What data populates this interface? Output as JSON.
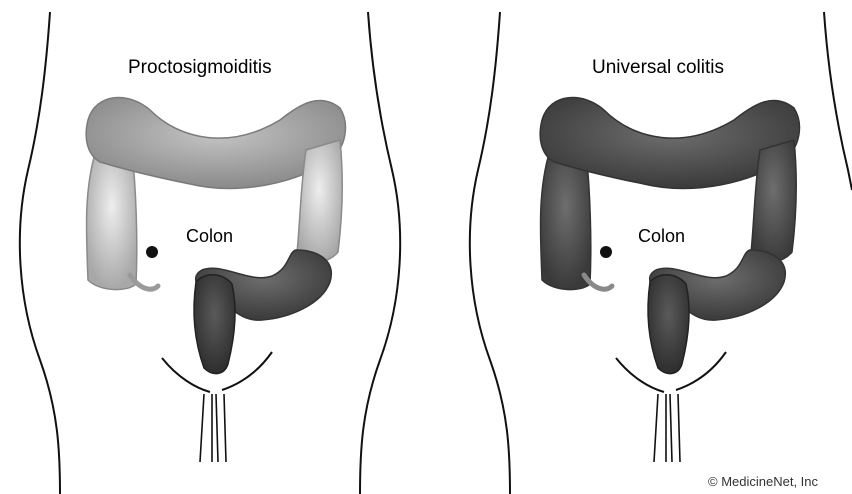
{
  "panels": [
    {
      "title": "Proctosigmoiditis",
      "organ_label": "Colon",
      "affected_region": "rectum-and-sigmoid"
    },
    {
      "title": "Universal colitis",
      "organ_label": "Colon",
      "affected_region": "entire-colon"
    }
  ],
  "credit": "© MedicineNet, Inc",
  "colors": {
    "healthy_tissue": "#d4d4d4",
    "inflamed_tissue": "#5a5a5a",
    "outline": "#111111"
  }
}
